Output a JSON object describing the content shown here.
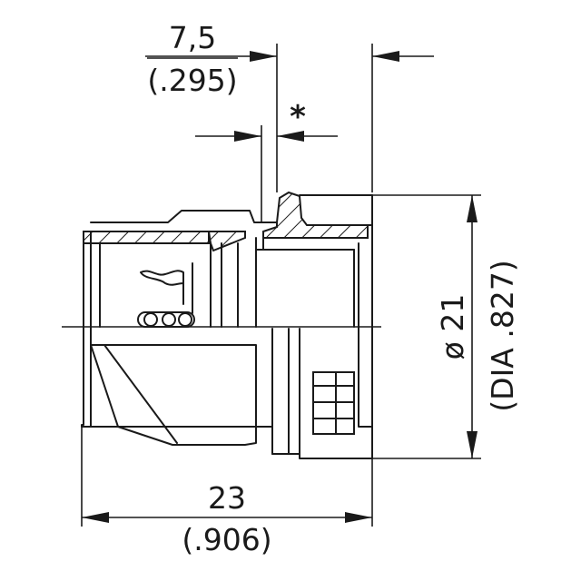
{
  "dimensions": {
    "top_width": {
      "metric": "7,5",
      "imperial": "(.295)"
    },
    "marker": "*",
    "diameter": {
      "metric": "ø 21",
      "imperial": "(DIA .827)"
    },
    "overall_length": {
      "metric": "23",
      "imperial": "(.906)"
    }
  }
}
